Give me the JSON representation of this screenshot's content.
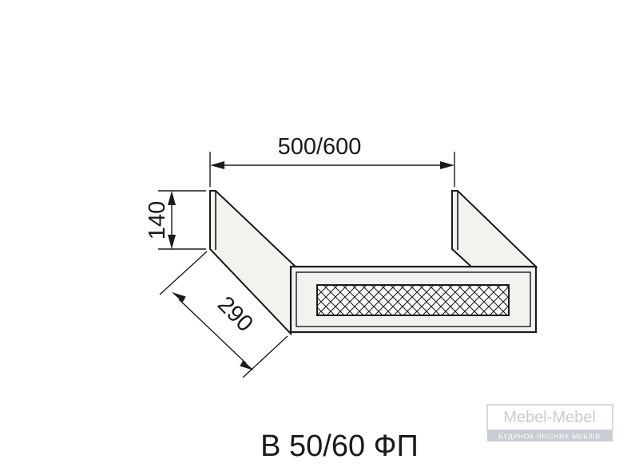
{
  "dimensions": {
    "width": "500/600",
    "height": "140",
    "depth": "290"
  },
  "caption": "В 50/60 ФП",
  "watermark": {
    "name": "Mebel-Mebel",
    "tagline": "БУДИНОК ЯКІСНИХ МЕБЛІВ"
  },
  "colors": {
    "panel_face": "#f4f2ef",
    "line": "#1a1a1a",
    "watermark": "#c7cdd2"
  }
}
